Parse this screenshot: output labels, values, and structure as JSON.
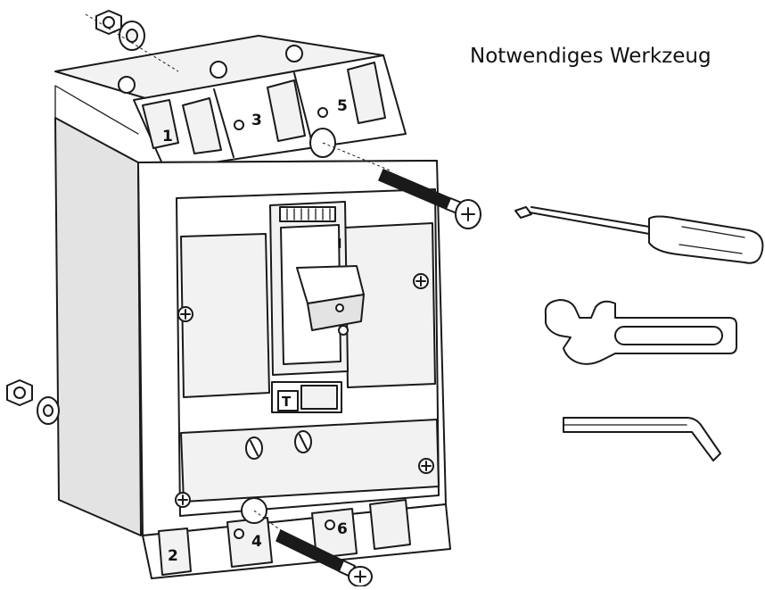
{
  "title": "Notwendiges Werkzeug",
  "terminal_labels": [
    "1",
    "3",
    "5",
    "2",
    "4",
    "6"
  ],
  "switch_position_label": "I",
  "trip_button_label": "T",
  "tools": [
    {
      "name": "screwdriver-icon"
    },
    {
      "name": "open-end-wrench-icon"
    },
    {
      "name": "allen-key-icon"
    }
  ]
}
